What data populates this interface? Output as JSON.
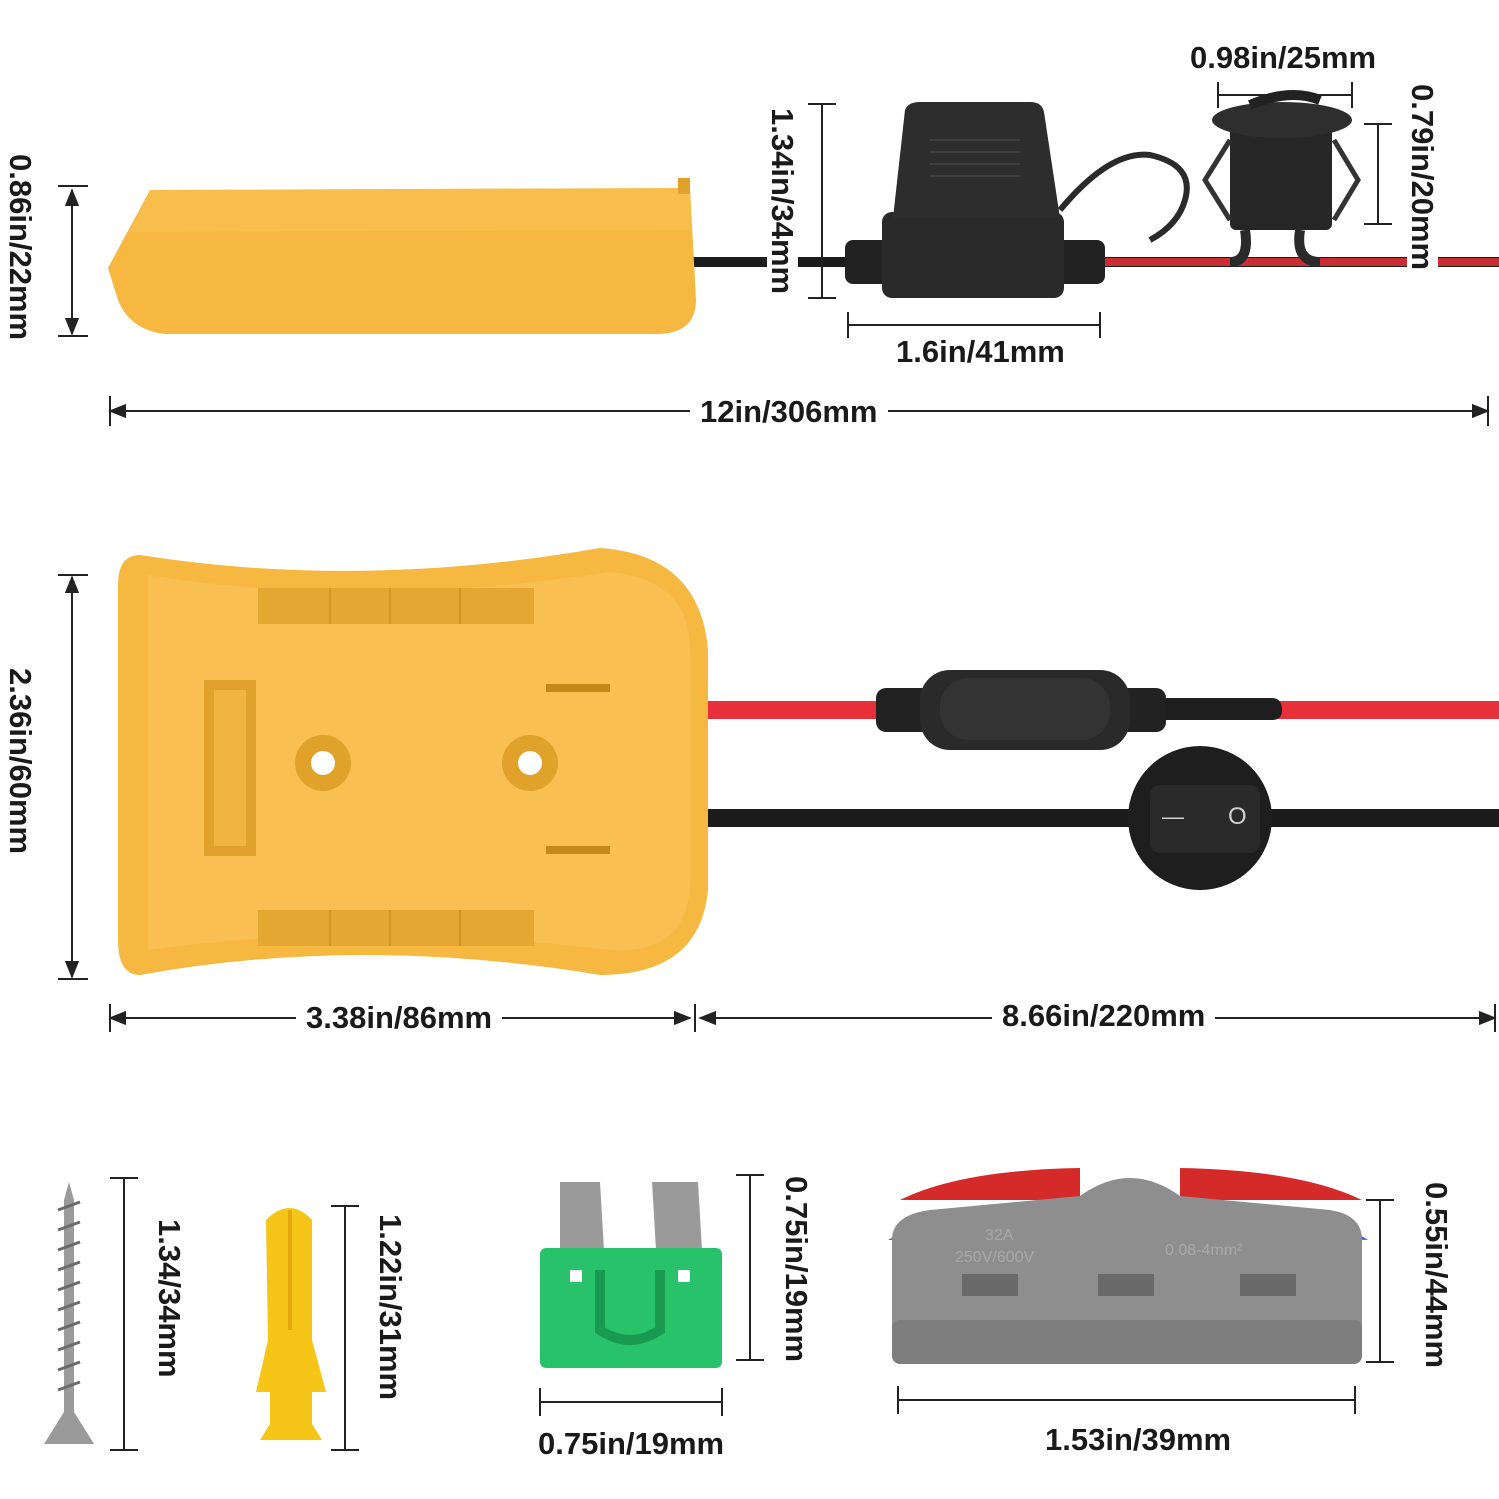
{
  "colors": {
    "housing": "#f6b840",
    "housing_dark": "#e0a22a",
    "wire_red": "#e8303a",
    "wire_black": "#1c1c1c",
    "fuse_green": "#27c26a",
    "connector_grey": "#8e8e8e",
    "lever_red": "#d42a2a",
    "lever_blue": "#2f5fd0",
    "screw_grey": "#9a9a9a",
    "anchor_yellow": "#f5c518"
  },
  "dimensions": {
    "side_height": "0.86in/22mm",
    "fuse_holder_height": "1.34in/34mm",
    "switch_width": "0.98in/25mm",
    "switch_height": "0.79in/20mm",
    "fuse_holder_length": "1.6in/41mm",
    "total_length": "12in/306mm",
    "base_height": "2.36in/60mm",
    "base_width": "3.38in/86mm",
    "cable_length": "8.66in/220mm",
    "screw_length": "1.34/34mm",
    "anchor_length": "1.22in/31mm",
    "fuse_height": "0.75in/19mm",
    "fuse_width": "0.75in/19mm",
    "connector_height": "0.55in/44mm",
    "connector_width": "1.53in/39mm"
  },
  "product_print": {
    "connector_rating": "32A",
    "connector_voltage": "250V/600V",
    "connector_wire_range": "0.08-4mm²",
    "switch_off_symbol": "O",
    "switch_on_symbol": "—"
  }
}
